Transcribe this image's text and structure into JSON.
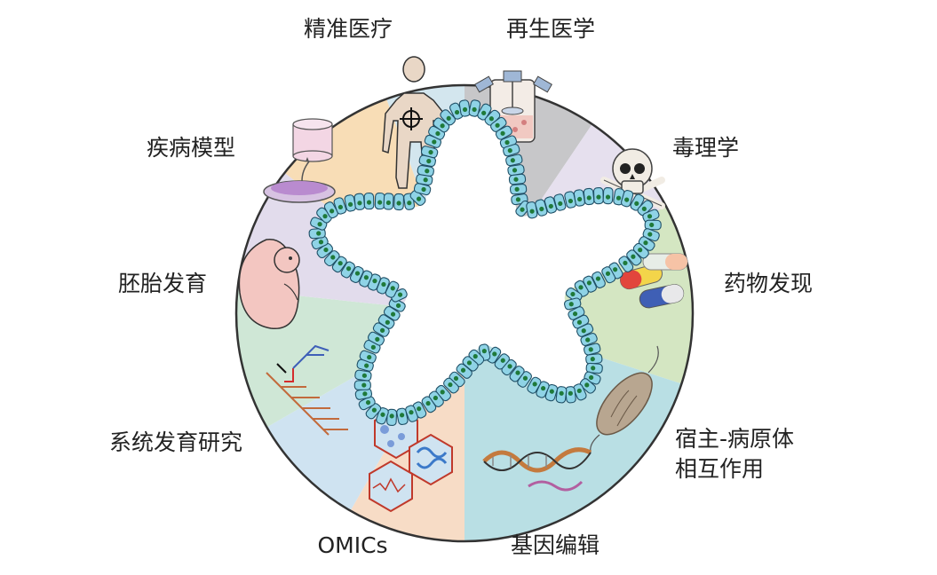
{
  "center": {
    "label": "organoid"
  },
  "labels": {
    "precision_medicine": "精准医疗",
    "regenerative_medicine": "再生医学",
    "toxicology": "毒理学",
    "drug_discovery": "药物发现",
    "host_pathogen_line1": "宿主-病原体",
    "host_pathogen_line2": "相互作用",
    "gene_editing": "基因编辑",
    "omics": "OMICs",
    "systems_development": "系统发育研究",
    "embryo_development": "胚胎发育",
    "disease_models": "疾病模型"
  },
  "segments": [
    {
      "id": "precision_medicine",
      "color": "#d3e6ee",
      "icon": "human-body-target-icon"
    },
    {
      "id": "regenerative_medicine",
      "color": "#c7c7c9",
      "icon": "bioreactor-flask-icon"
    },
    {
      "id": "toxicology",
      "color": "#e6e0ee",
      "icon": "skull-crossbones-icon"
    },
    {
      "id": "drug_discovery",
      "color": "#d4e6c2",
      "icon": "capsules-icon"
    },
    {
      "id": "host_pathogen",
      "color": "#b9dfe4",
      "icon": "bacterium-icon"
    },
    {
      "id": "gene_editing",
      "color": "#f7dcc6",
      "icon": "dna-strand-icon"
    },
    {
      "id": "omics",
      "color": "#cfe3f1",
      "icon": "hexagon-omics-icon"
    },
    {
      "id": "systems_development",
      "color": "#cfe7d6",
      "icon": "phylogenetic-tree-icon"
    },
    {
      "id": "embryo_development",
      "color": "#e2dcec",
      "icon": "embryo-icon"
    },
    {
      "id": "disease_models",
      "color": "#f8ddb6",
      "icon": "petri-dish-icon"
    }
  ]
}
